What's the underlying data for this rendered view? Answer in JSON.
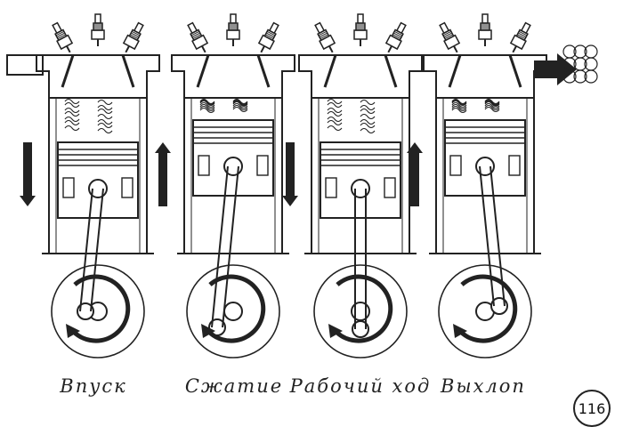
{
  "strokes": [
    {
      "id": "intake",
      "label": "Впуск",
      "piston": "down"
    },
    {
      "id": "compression",
      "label": "Сжатие",
      "piston": "up"
    },
    {
      "id": "power",
      "label": "Рабочий ход",
      "piston": "down"
    },
    {
      "id": "exhaust",
      "label": "Выхлоп",
      "piston": "up"
    }
  ],
  "figure_number": "116",
  "colors": {
    "ink": "#222222",
    "paper": "#ffffff"
  }
}
